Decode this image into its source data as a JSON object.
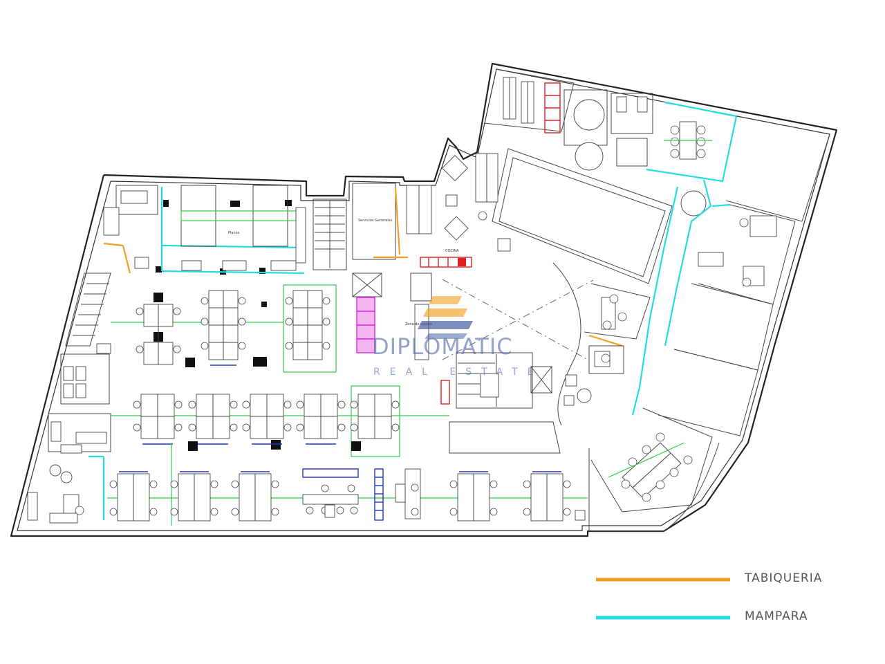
{
  "watermark": {
    "name": "DIPLOMATIC",
    "tagline": "REAL ESTATE"
  },
  "rooms": {
    "kitchen": "COCINA",
    "office_left": "Planos",
    "service_room": "Servicios Generales",
    "waiting_area": "Zona de espera"
  },
  "legend": [
    {
      "label": "TABIQUERIA",
      "color": "#f0a020"
    },
    {
      "label": "MAMPARA",
      "color": "#22dddd"
    }
  ],
  "colors": {
    "wall": "#222222",
    "workstation_zone": "#33cc44",
    "storage": "#2233cc",
    "fire_equipment": "#e02020",
    "elevator_shaft": "#dd22dd"
  }
}
